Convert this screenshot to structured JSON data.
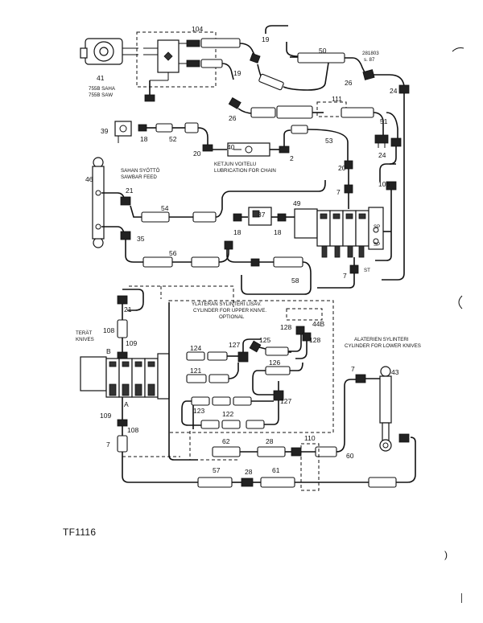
{
  "figure_code": "TF1116",
  "page_mark": ")",
  "doc_ref": {
    "line1": "281803",
    "line2": "s. 87"
  },
  "captions": {
    "saw_line1": "755B SAHA",
    "saw_line2": "755B SAW",
    "chain_lube_line1": "KETJUN VOITELU",
    "chain_lube_line2": "LUBRICATION FOR CHAIN",
    "sawbar_feed_line1": "SAHAN SYÖTTÖ",
    "sawbar_feed_line2": "SAWBAR FEED",
    "knives_line1": "TERÄT",
    "knives_line2": "KNIVES",
    "upper_knife_line1": "YLÄTERÄN SYLINTERI LISÄV.",
    "upper_knife_line2": "CYLINDER FOR UPPER KNIVE.",
    "upper_knife_line3": "OPTIONAL",
    "lower_knife_line1": "ALATERIEN SYLINTERI",
    "lower_knife_line2": "CYLINDER FOR LOWER KNIVES"
  },
  "part_numbers": {
    "p104": "104",
    "p19a": "19",
    "p19b": "19",
    "p41": "41",
    "p50": "50",
    "p26a": "26",
    "p24a": "24",
    "p26b": "26",
    "p111": "111",
    "p51": "51",
    "p39": "39",
    "p18a": "18",
    "p52": "52",
    "p20a": "20",
    "p40": "40",
    "p2": "2",
    "p53": "53",
    "p24b": "24",
    "p20b": "20",
    "p106": "106",
    "p46": "46",
    "p21a": "21",
    "p7a": "7",
    "p49": "49",
    "p54": "54",
    "p37": "37",
    "p18b": "18",
    "p18c": "18",
    "p35": "35",
    "sp1": "SP",
    "sp2": "SP",
    "p56": "56",
    "p58": "58",
    "p7b": "7",
    "st": "ST",
    "p21b": "21",
    "p108a": "108",
    "p109a": "109",
    "pB": "B",
    "p124": "124",
    "p127a": "127",
    "p125": "125",
    "p128a": "128",
    "p44B": "44B",
    "p128b": "128",
    "p121": "121",
    "p126": "126",
    "p127b": "127",
    "p123": "123",
    "p122": "122",
    "pA": "A",
    "p109b": "109",
    "p108b": "108",
    "p7c": "7",
    "p62": "62",
    "p28a": "28",
    "p110": "110",
    "p60": "60",
    "p7d": "7",
    "p43": "43",
    "p57": "57",
    "p28b": "28",
    "p61": "61"
  }
}
